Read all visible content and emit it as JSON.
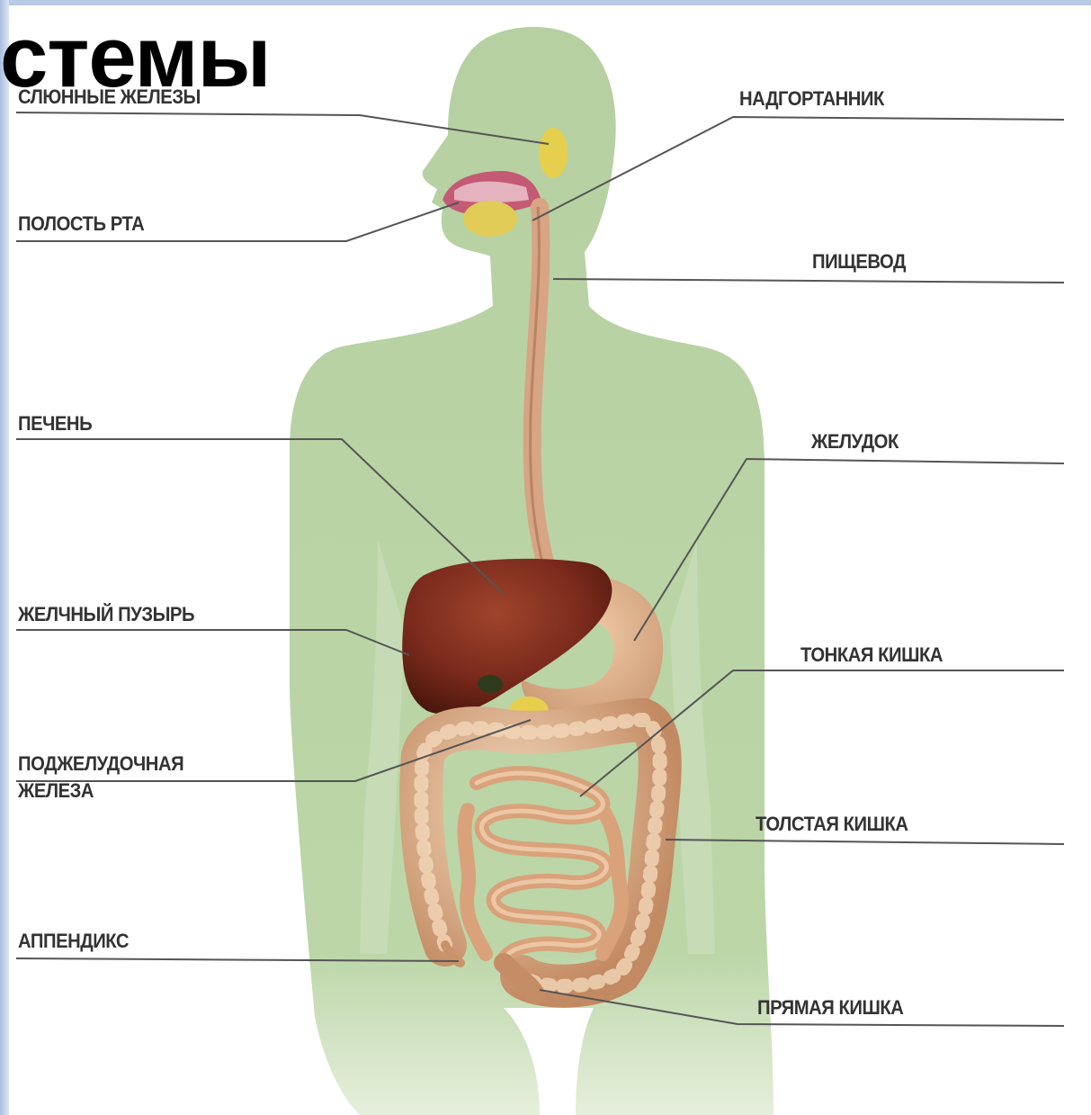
{
  "slide": {
    "title_fragment": "стемы"
  },
  "diagram": {
    "labels_left": {
      "salivary_glands": "СЛЮННЫЕ ЖЕЛЕЗЫ",
      "oral_cavity": "ПОЛОСТЬ РТА",
      "liver": "ПЕЧЕНЬ",
      "gallbladder": "ЖЕЛЧНЫЙ ПУЗЫРЬ",
      "pancreas": "ПОДЖЕЛУДОЧНАЯ\nЖЕЛЕЗА",
      "appendix": "АППЕНДИКС"
    },
    "labels_right": {
      "epiglottis": "НАДГОРТАННИК",
      "esophagus": "ПИЩЕВОД",
      "stomach": "ЖЕЛУДОК",
      "small_intestine": "ТОНКАЯ КИШКА",
      "large_intestine": "ТОЛСТАЯ КИШКА",
      "rectum": "ПРЯМАЯ КИШКА"
    },
    "colors": {
      "body": "#b9d3a6",
      "liver": "#7a2a1c",
      "esophagus": "#d8a888",
      "intestine": "#e2b58e",
      "intestine_shadow": "#b98560",
      "gland": "#e6cf4c",
      "leader_line": "#555555"
    }
  }
}
